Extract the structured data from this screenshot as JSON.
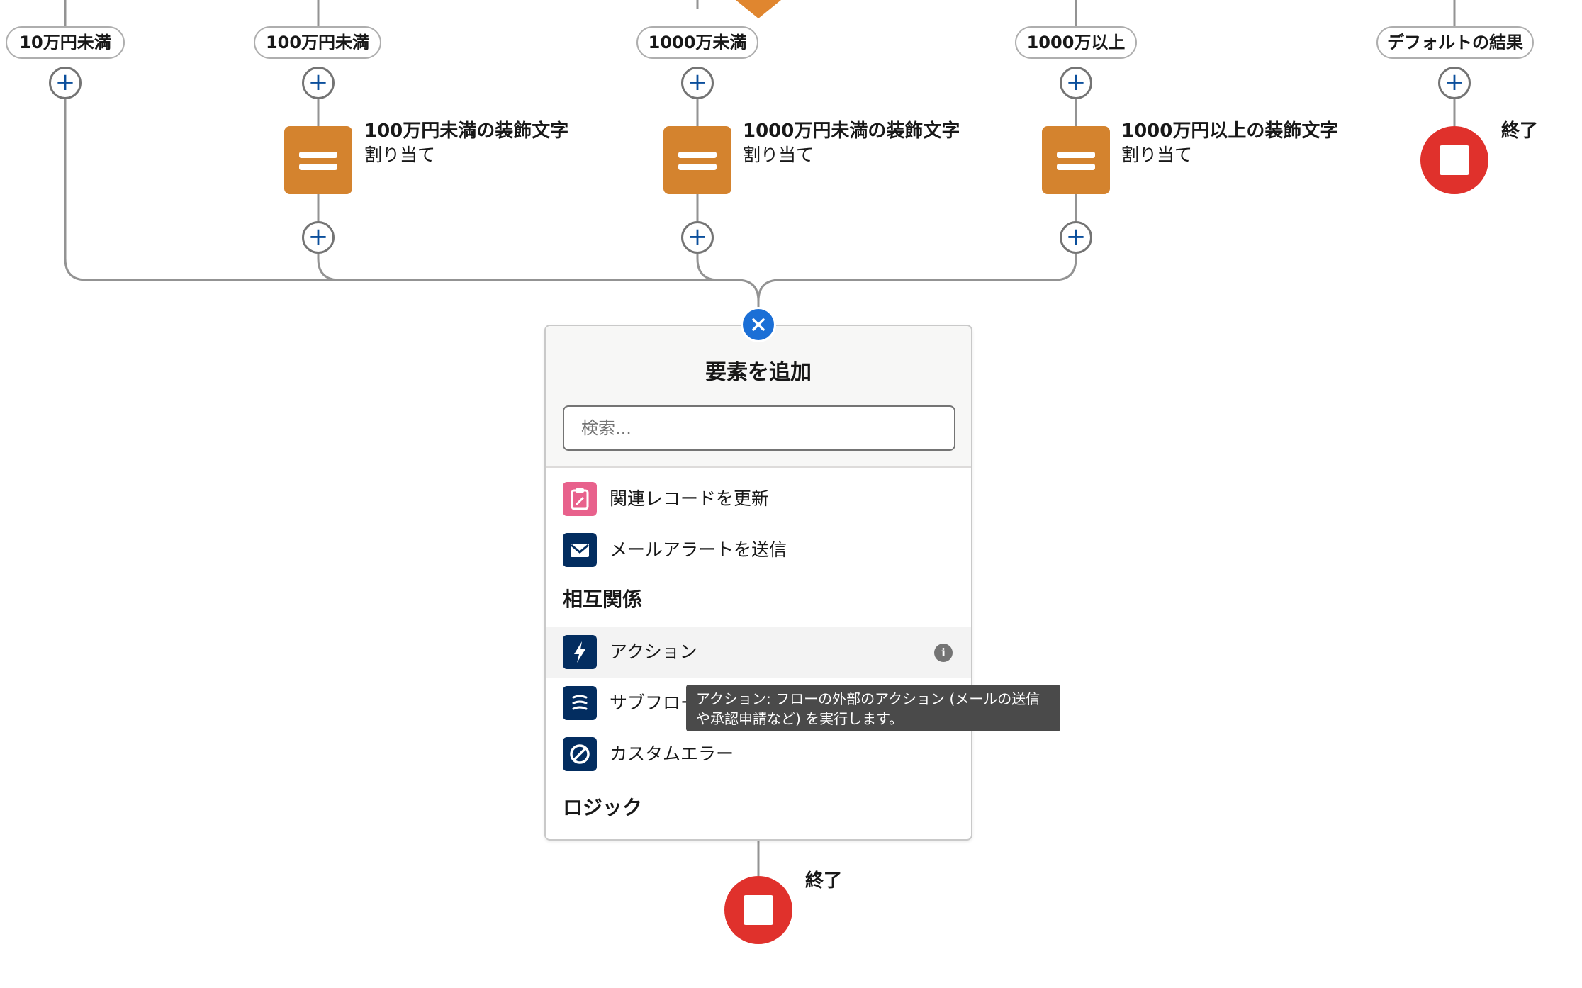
{
  "branches": [
    {
      "label": "10万円未満"
    },
    {
      "label": "100万円未満"
    },
    {
      "label": "1000万未満"
    },
    {
      "label": "1000万以上"
    },
    {
      "label": "デフォルトの結果"
    }
  ],
  "assignments": [
    {
      "title": "100万円未満の装飾文字",
      "type": "割り当て"
    },
    {
      "title": "1000万円未満の装飾文字",
      "type": "割り当て"
    },
    {
      "title": "1000万円以上の装飾文字",
      "type": "割り当て"
    }
  ],
  "end_label": "終了",
  "add_symbol": "+",
  "panel": {
    "title": "要素を追加",
    "search_placeholder": "検索...",
    "items_top": [
      {
        "label": "関連レコードを更新",
        "icon": "update-record-icon",
        "color": "#e8618c"
      },
      {
        "label": "メールアラートを送信",
        "icon": "email-alert-icon",
        "color": "#032d60"
      }
    ],
    "section_interaction": "相互関係",
    "items_interaction": [
      {
        "label": "アクション",
        "icon": "action-bolt-icon",
        "color": "#032d60"
      },
      {
        "label": "サブフロー",
        "icon": "subflow-icon",
        "color": "#032d60"
      },
      {
        "label": "カスタムエラー",
        "icon": "custom-error-icon",
        "color": "#032d60"
      }
    ],
    "section_logic": "ロジック",
    "info_glyph": "i"
  },
  "tooltip": {
    "line1": "アクション: フローの外部のアクション (メールの送信",
    "line2": "や承認申請など) を実行します。"
  },
  "colors": {
    "assignment": "#d4832e",
    "end": "#e0312c",
    "accent": "#1b6fd6",
    "connector": "#939393"
  }
}
